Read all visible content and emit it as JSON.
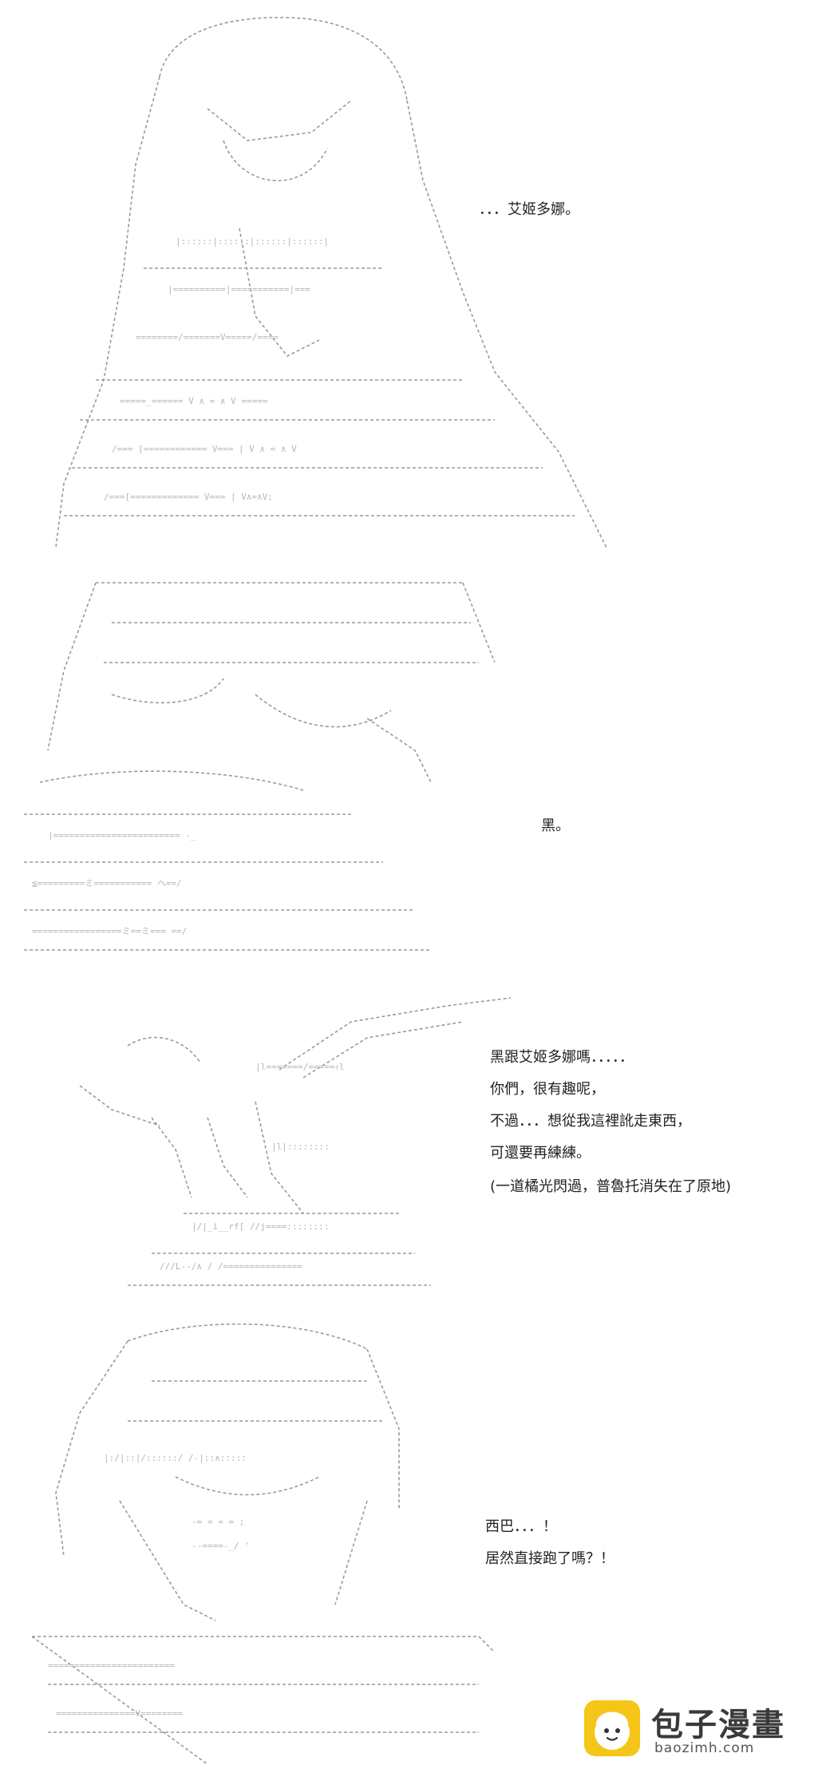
{
  "panels": [
    {
      "id": "panel-1",
      "art": "ascii-art-girl-long-hair",
      "lines": [
        "．．．艾姬多娜。"
      ]
    },
    {
      "id": "panel-2",
      "art": "ascii-art-girl-lying-down",
      "lines": [
        "黑。"
      ]
    },
    {
      "id": "panel-3",
      "art": "ascii-art-figure-with-cannon",
      "lines": [
        "黑跟艾姬多娜嗎．．．．．",
        "你們，很有趣呢，",
        "不過．．．想從我這裡訛走東西，",
        "可還要再練練。",
        "(一道橘光閃過，普魯托消失在了原地)"
      ]
    },
    {
      "id": "panel-4",
      "art": "ascii-art-girl-surprised",
      "lines": [
        "西巴．．．！",
        "居然直接跑了嗎？！"
      ]
    }
  ],
  "watermark": {
    "title": "包子漫畫",
    "domain": "baozimh.com",
    "logo_icon": "bun-mascot-icon",
    "logo_color": "#f5c518"
  }
}
